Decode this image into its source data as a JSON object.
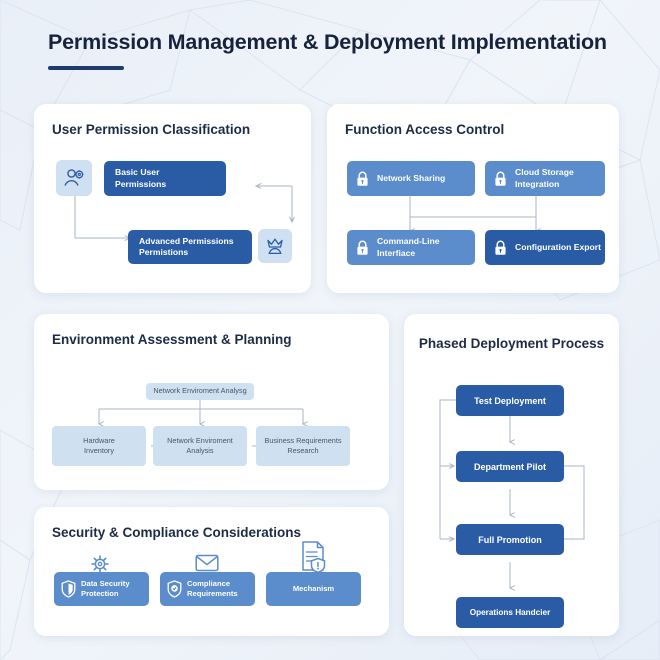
{
  "header": {
    "title": "Permission Management & Deployment Implementation"
  },
  "colors": {
    "page_background": "#eef2f8",
    "card_background": "#ffffff",
    "title_text": "#17233d",
    "title_rule": "#1f3a6d",
    "box_dark_blue": "#2a5ca6",
    "box_mid_blue": "#5b8ccb",
    "box_pale_blue": "#cfe0f0",
    "connector_gray": "#a9b4c4"
  },
  "cards": {
    "user_permission": {
      "title": "User Permission Classification",
      "icons": [
        {
          "name": "user-gear-icon",
          "position": "left"
        },
        {
          "name": "crown-icon",
          "position": "right"
        }
      ],
      "boxes": [
        {
          "label_line1": "Basic User",
          "label_line2": "Permissions",
          "style": "dark"
        },
        {
          "label_line1": "Advanced Permissions",
          "label_line2": "Permistions",
          "style": "dark"
        }
      ]
    },
    "function_access": {
      "title": "Function Access Control",
      "boxes": [
        {
          "label_line1": "Network Sharing",
          "label_line2": "",
          "icon": "lock-icon",
          "style": "mid"
        },
        {
          "label_line1": "Cloud Storage",
          "label_line2": "Integration",
          "icon": "lock-icon",
          "style": "mid"
        },
        {
          "label_line1": "Command-Line",
          "label_line2": "Interfiace",
          "icon": "lock-icon",
          "style": "mid"
        },
        {
          "label_line1": "Configuration Export",
          "label_line2": "",
          "icon": "lock-icon",
          "style": "dark"
        }
      ]
    },
    "environment": {
      "title": "Environment Assessment & Planning",
      "root_box": {
        "label_line1": "Network Enviroment Analysg",
        "label_line2": ""
      },
      "boxes": [
        {
          "label_line1": "Hardware",
          "label_line2": "Inventory"
        },
        {
          "label_line1": "Network Enviroment",
          "label_line2": "Analysis"
        },
        {
          "label_line1": "Business Requirements",
          "label_line2": "Research"
        }
      ]
    },
    "phased_deployment": {
      "title": "Phased Deployment Process",
      "steps": [
        {
          "label": "Test Deployment"
        },
        {
          "label": "Department Pilot"
        },
        {
          "label": "Full Promotion"
        },
        {
          "label": "Operations Handcier"
        }
      ]
    },
    "security_compliance": {
      "title": "Security & Compliance Considerations",
      "items": [
        {
          "label_line1": "Data Security",
          "label_line2": "Protection",
          "inline_icon": "shield-icon",
          "top_icon": "gear-icon"
        },
        {
          "label_line1": "Compliance",
          "label_line2": "Requirements",
          "inline_icon": "shield-check-icon",
          "top_icon": "envelope-icon"
        },
        {
          "label_line1": "Mechanism",
          "label_line2": "",
          "inline_icon": "",
          "top_icon": "document-shield-icon"
        }
      ]
    }
  }
}
